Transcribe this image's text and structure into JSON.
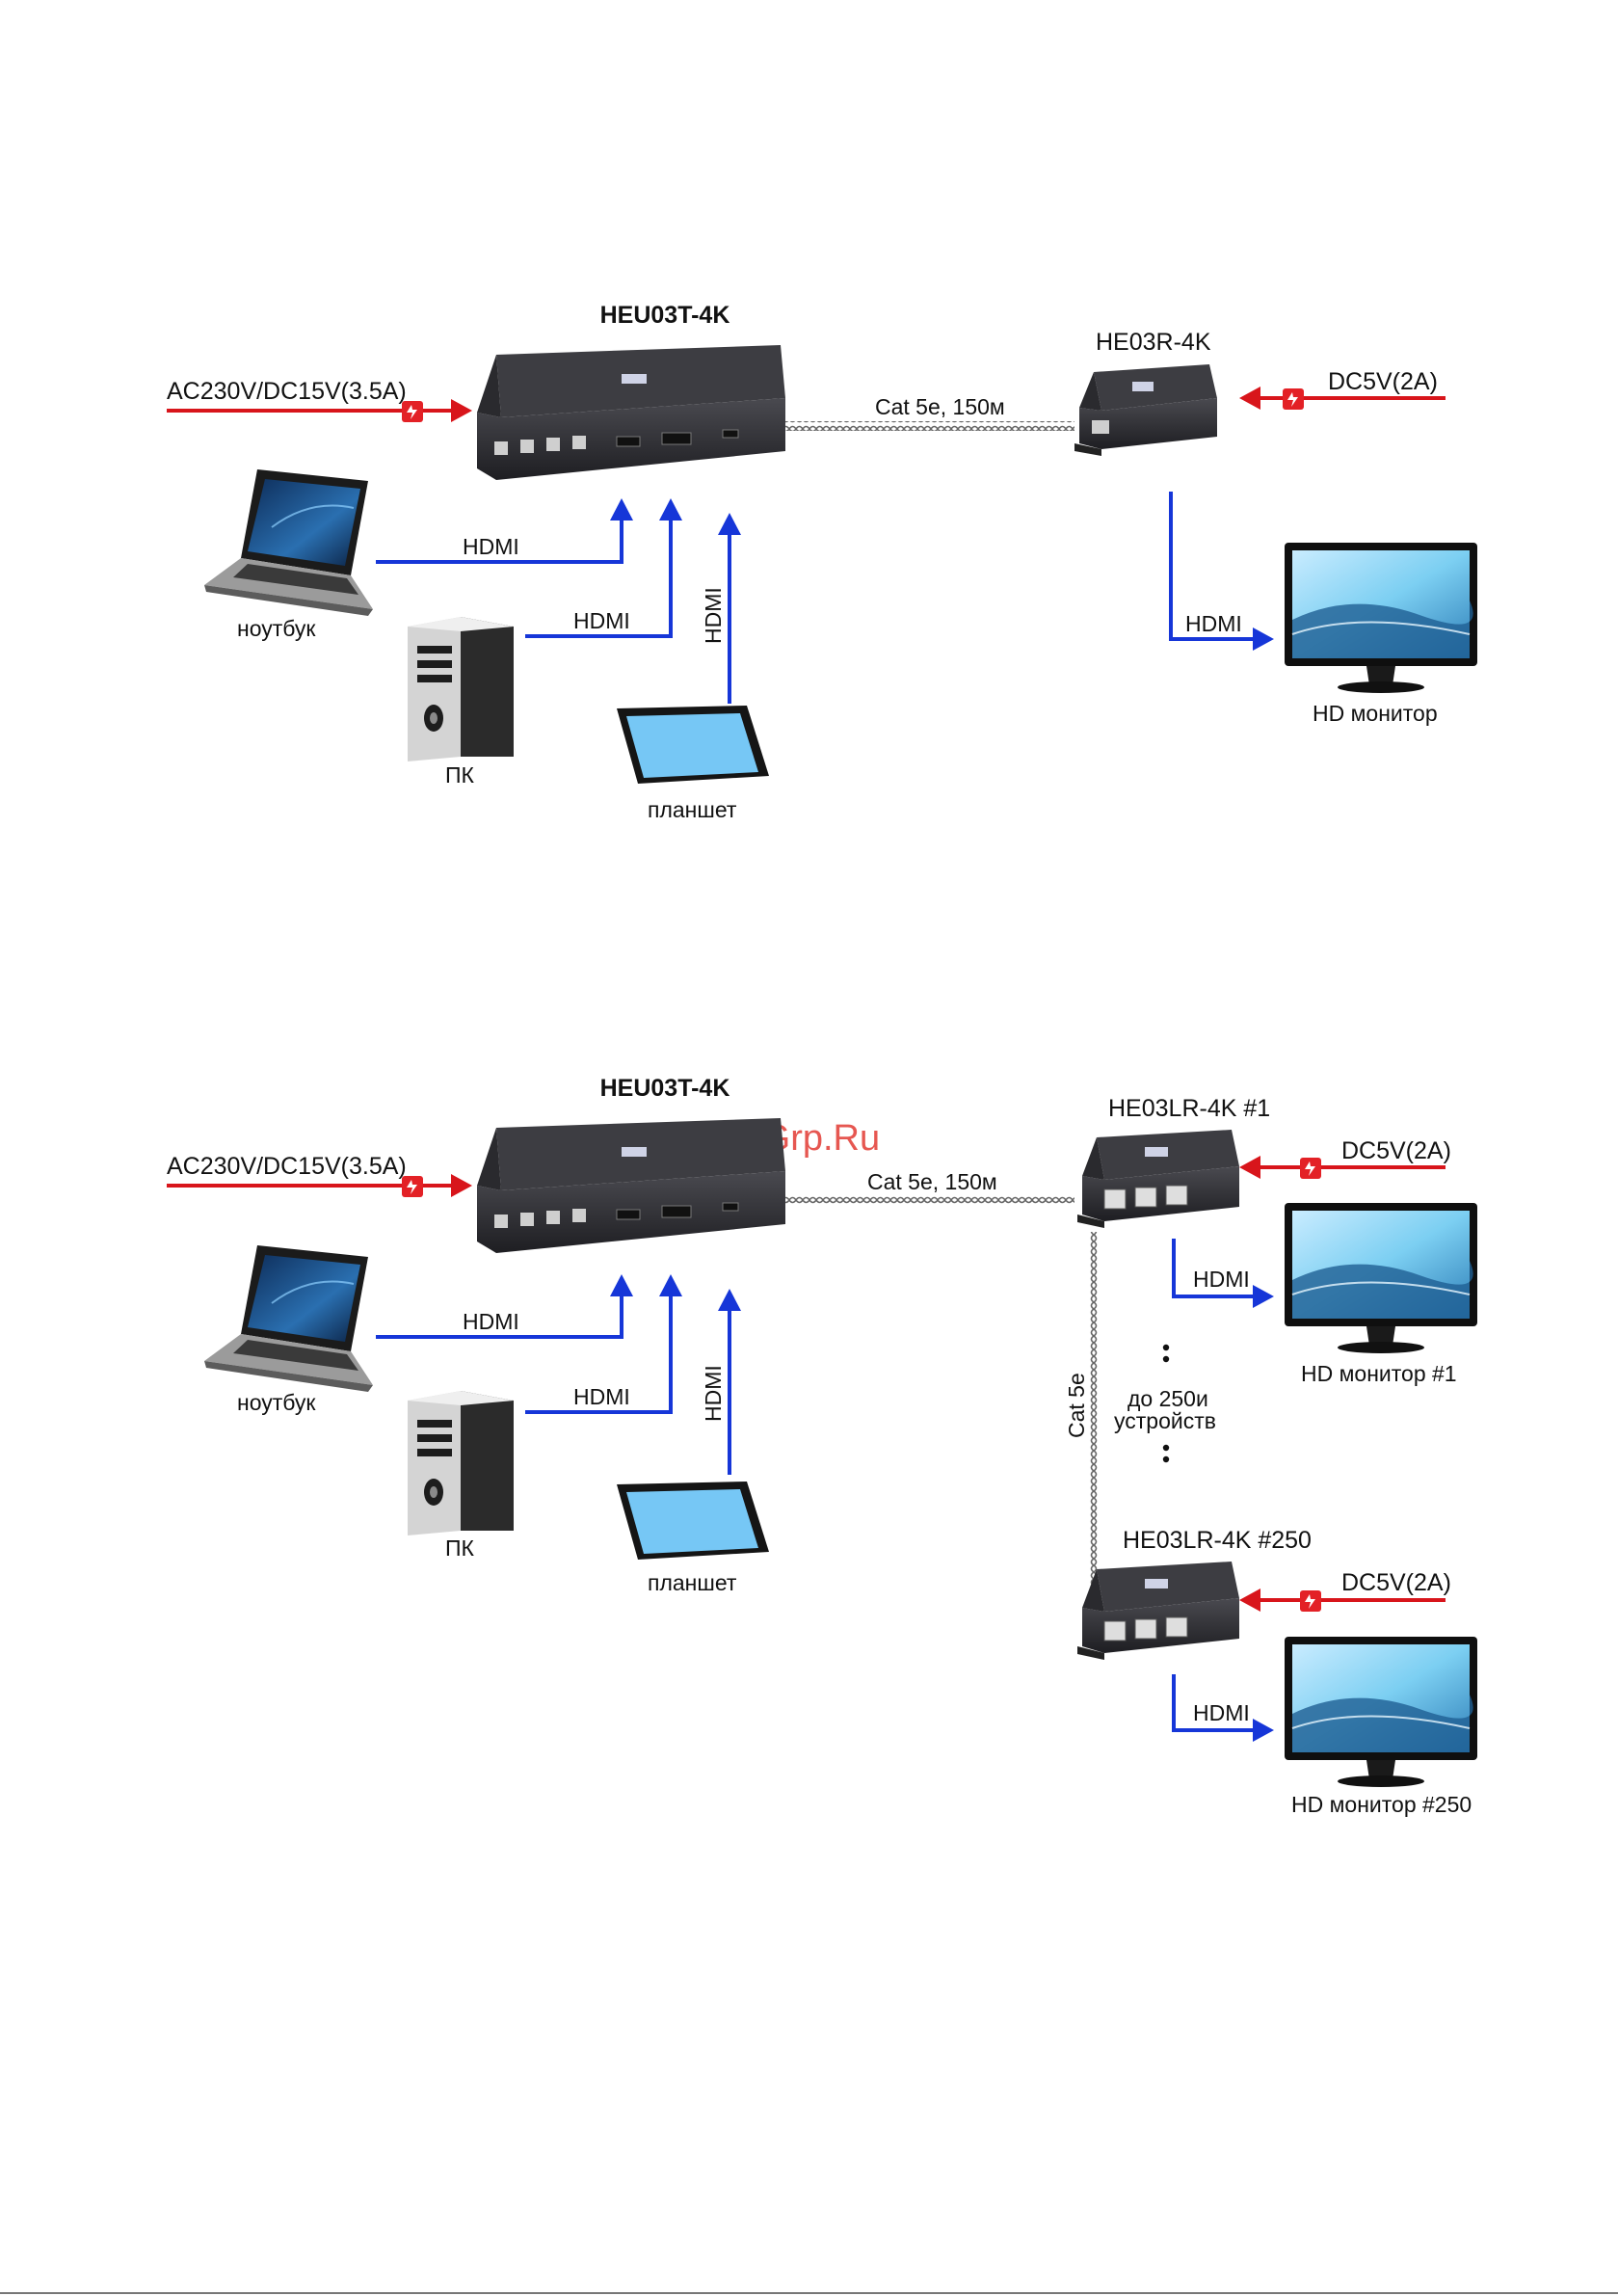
{
  "watermark": "McGrp.Ru",
  "colors": {
    "power_arrow": "#d8151b",
    "signal_arrow": "#1636d8",
    "cable": "#666666",
    "device_body": "#2a2a2d",
    "screen_glow": "#7fd0f0"
  },
  "diagram1": {
    "transmitter_title": "HEU03T-4K",
    "receiver_title": "HE03R-4K",
    "cable_label": "Cat 5e, 150м",
    "tx_power": "AC230V/DC15V(3.5A)",
    "rx_power": "DC5V(2A)",
    "laptop_link": "HDMI",
    "pc_link": "HDMI",
    "tablet_link": "HDMI",
    "monitor_link": "HDMI",
    "laptop_caption": "ноутбук",
    "pc_caption": "ПК",
    "tablet_caption": "планшет",
    "monitor_caption": "HD монитор"
  },
  "diagram2": {
    "transmitter_title": "HEU03T-4K",
    "receiver1_title": "HE03LR-4K  #1",
    "receiver250_title": "HE03LR-4K  #250",
    "cable_label": "Cat 5e, 150м",
    "daisy_cable_label": "Cat 5e",
    "tx_power": "AC230V/DC15V(3.5A)",
    "rx1_power": "DC5V(2A)",
    "rx250_power": "DC5V(2A)",
    "laptop_link": "HDMI",
    "pc_link": "HDMI",
    "tablet_link": "HDMI",
    "monitor1_link": "HDMI",
    "monitor250_link": "HDMI",
    "laptop_caption": "ноутбук",
    "pc_caption": "ПК",
    "tablet_caption": "планшет",
    "monitor1_caption": "HD монитор #1",
    "monitor250_caption": "HD монитор #250",
    "chain_note_line1": "до  250и",
    "chain_note_line2": "устройств"
  },
  "icons": [
    "laptop-icon",
    "desktop-pc-icon",
    "tablet-icon",
    "monitor-icon",
    "transmitter-device-icon",
    "receiver-device-icon",
    "power-bolt-icon",
    "twisted-pair-cable-icon"
  ]
}
